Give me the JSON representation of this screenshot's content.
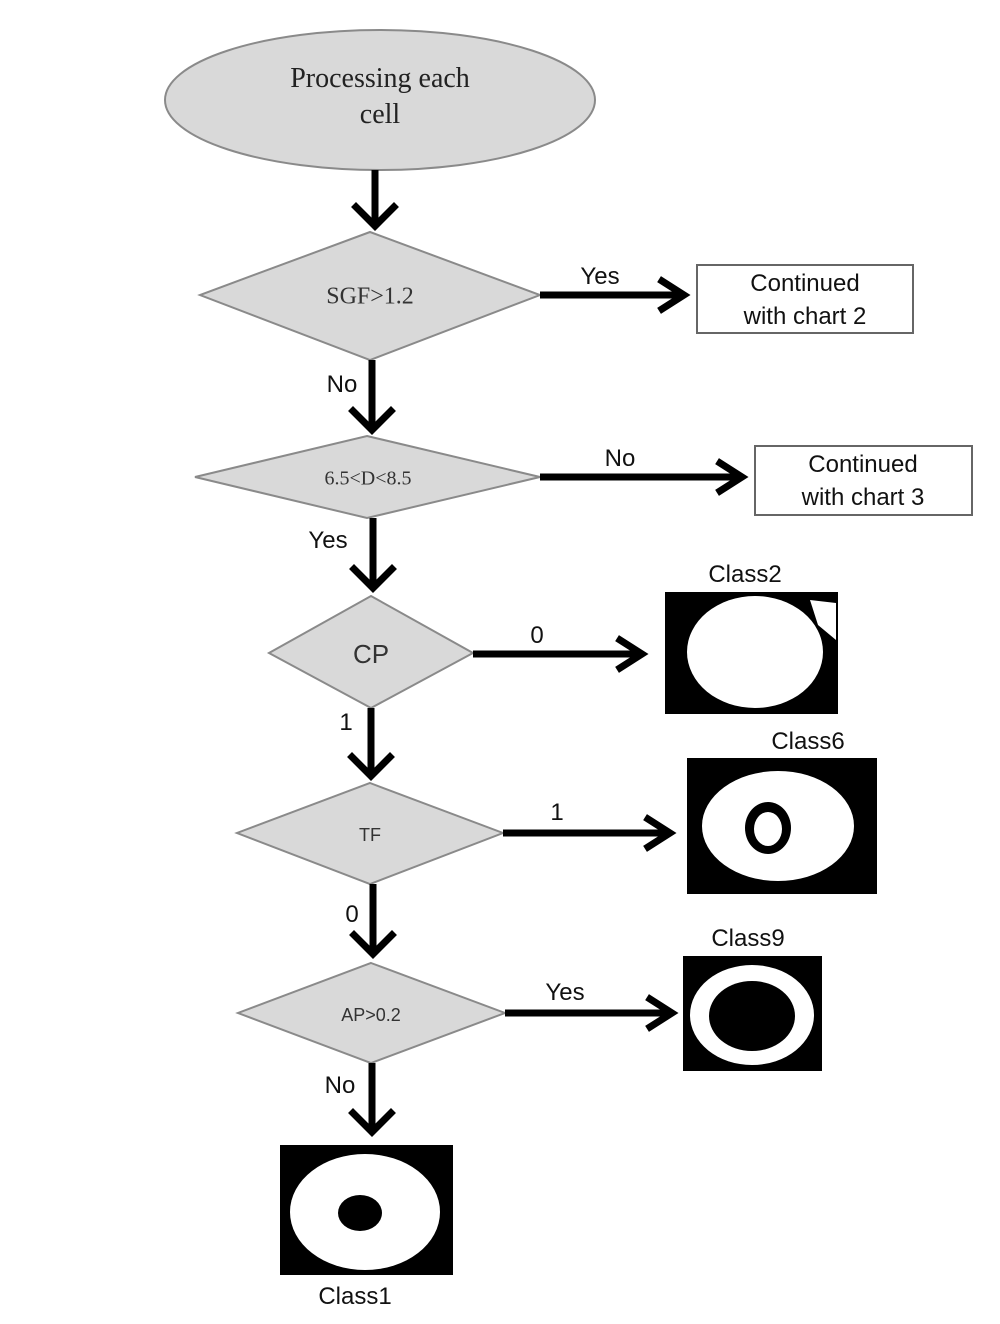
{
  "start": {
    "line1": "Processing each",
    "line2": "cell"
  },
  "decisions": {
    "sgf": "SGF>1.2",
    "d": "6.5<D<8.5",
    "cp": "CP",
    "tf": "TF",
    "ap": "AP>0.2"
  },
  "edges": {
    "sgf_yes": "Yes",
    "sgf_no": "No",
    "d_no": "No",
    "d_yes": "Yes",
    "cp_0": "0",
    "cp_1": "1",
    "tf_1": "1",
    "tf_0": "0",
    "ap_yes": "Yes",
    "ap_no": "No"
  },
  "continued": {
    "chart2": {
      "line1": "Continued",
      "line2": "with chart 2"
    },
    "chart3": {
      "line1": "Continued",
      "line2": "with chart 3"
    }
  },
  "classes": {
    "class2": "Class2",
    "class6": "Class6",
    "class9": "Class9",
    "class1": "Class1"
  }
}
